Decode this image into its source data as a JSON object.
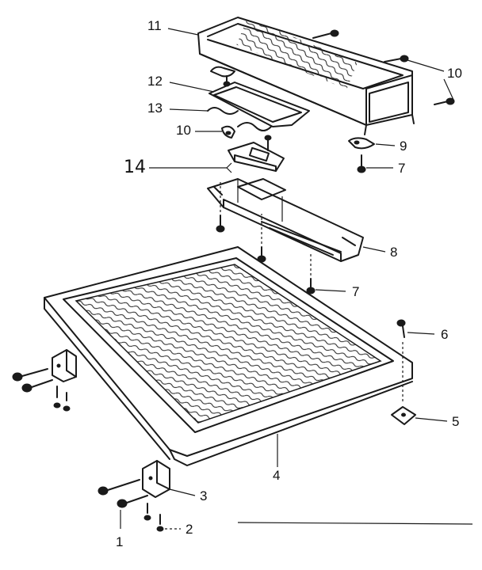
{
  "callouts": {
    "c1": "1",
    "c2": "2",
    "c3": "3",
    "c4": "4",
    "c5": "5",
    "c6": "6",
    "c7a": "7",
    "c7b": "7",
    "c8": "8",
    "c9": "9",
    "c10a": "10",
    "c10b": "10",
    "c11": "11",
    "c12": "12",
    "c13": "13",
    "c14": "14"
  }
}
